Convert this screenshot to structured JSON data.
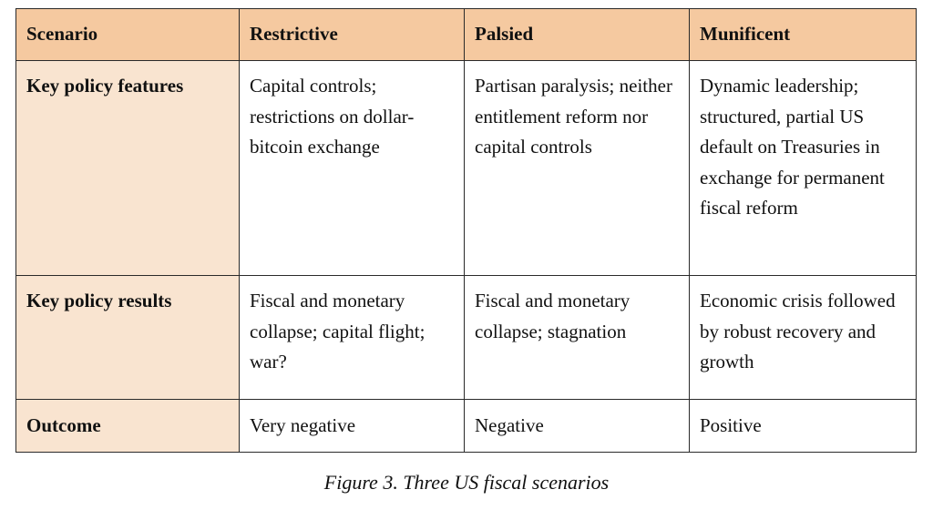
{
  "table": {
    "headers": [
      "Scenario",
      "Restrictive",
      "Palsied",
      "Munificent"
    ],
    "rows": [
      {
        "label": "Key policy features",
        "cells": [
          "Capital controls; restrictions on dollar-bitcoin exchange",
          "Partisan paralysis; neither entitlement reform nor capital controls",
          "Dynamic leadership; structured, partial US default on Treasuries in exchange for permanent fiscal reform"
        ]
      },
      {
        "label": "Key policy results",
        "cells": [
          "Fiscal and monetary collapse; capital flight; war?",
          "Fiscal and monetary collapse; stagnation",
          "Economic crisis followed by robust recovery and growth"
        ]
      },
      {
        "label": "Outcome",
        "cells": [
          "Very negative",
          "Negative",
          "Positive"
        ]
      }
    ]
  },
  "caption": "Figure 3. Three US fiscal scenarios",
  "colors": {
    "header_background": "#f5c9a0",
    "row_label_background": "#f9e4d0",
    "border": "#2a2a2a",
    "text": "#111111"
  }
}
